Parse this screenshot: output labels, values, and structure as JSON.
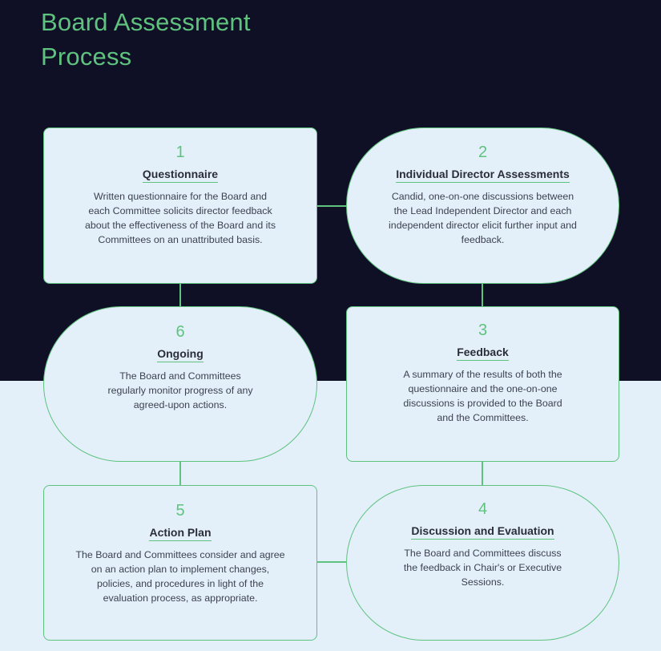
{
  "title": "Board Assessment Process",
  "steps": {
    "s1": {
      "number": "1",
      "label": "Questionnaire",
      "description": "Written questionnaire for the Board and each Committee solicits director feedback about the effectiveness of the Board and its Committees on an unattributed basis."
    },
    "s2": {
      "number": "2",
      "label": "Individual Director Assessments",
      "description": "Candid, one-on-one discussions between the Lead Independent Director and each independent director elicit further input and feedback."
    },
    "s3": {
      "number": "3",
      "label": "Feedback",
      "description": "A summary of the results of both the questionnaire and the one-on-one discussions is provided to the Board and the Committees."
    },
    "s4": {
      "number": "4",
      "label": "Discussion and Evaluation",
      "description": "The Board and Committees discuss the feedback in Chair's or Executive Sessions."
    },
    "s5": {
      "number": "5",
      "label": "Action Plan",
      "description": "The Board and Committees consider and agree on an action plan to implement changes, policies, and procedures in light of the evaluation process, as appropriate."
    },
    "s6": {
      "number": "6",
      "label": "Ongoing",
      "description": "The Board and Committees regularly monitor progress of any agreed-upon actions."
    }
  },
  "colors": {
    "accent": "#5fc27e",
    "dark_background": "#0f1026",
    "light_background": "#e3f0fa",
    "text": "#3d4150"
  }
}
